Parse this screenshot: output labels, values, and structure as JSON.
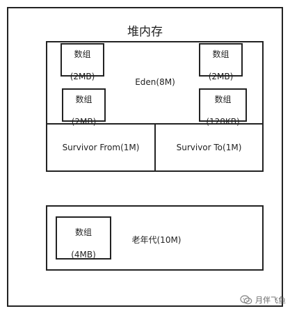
{
  "heap": {
    "title": "堆内存"
  },
  "young_generation": {
    "eden_label": "Eden(8M)",
    "arrays": [
      {
        "name": "数组",
        "size": "(2MB)"
      },
      {
        "name": "数组",
        "size": "(2MB)"
      },
      {
        "name": "数组",
        "size": "(2MB)"
      },
      {
        "name": "数组",
        "size": "(128KB)"
      }
    ],
    "survivor_from": "Survivor From(1M)",
    "survivor_to": "Survivor To(1M)"
  },
  "old_generation": {
    "label": "老年代(10M)",
    "array": {
      "name": "数组",
      "size": "(4MB)"
    }
  },
  "watermark": {
    "text": "月伴飞鱼"
  }
}
